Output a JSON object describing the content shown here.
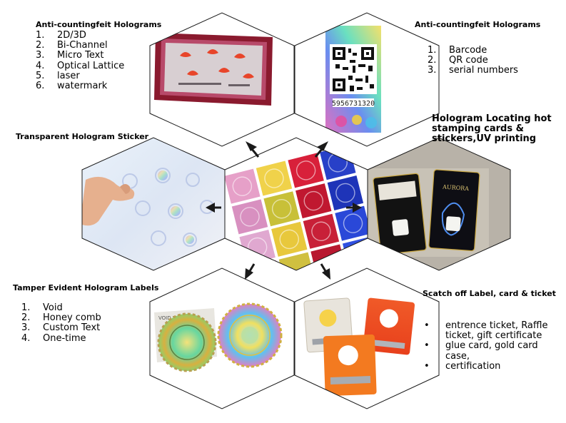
{
  "top_left": {
    "title": "Anti-countingfeit Holograms",
    "items": [
      {
        "num": "1.",
        "text": "2D/3D"
      },
      {
        "num": "2.",
        "text": "Bi-Channel"
      },
      {
        "num": "3.",
        "text": "Micro Text"
      },
      {
        "num": "4.",
        "text": "Optical Lattice"
      },
      {
        "num": "5.",
        "text": "laser"
      },
      {
        "num": "6.",
        "text": "watermark"
      }
    ]
  },
  "top_right": {
    "title": "Anti-countingfeit Holograms",
    "items": [
      {
        "num": "1.",
        "text": "Barcode"
      },
      {
        "num": "2.",
        "text": "QR code"
      },
      {
        "num": "3.",
        "text": "serial numbers"
      }
    ],
    "photo_number": "5956731320"
  },
  "left": {
    "title": "Transparent Hologram Sticker"
  },
  "right": {
    "caption": "Hologram Locating hot stamping cards & stickers,UV printing",
    "card_brand": "AURORA"
  },
  "bottom_left": {
    "title": "Tamper Evident Hologram Labels",
    "items": [
      {
        "num": "1.",
        "text": "Void"
      },
      {
        "num": "2.",
        "text": "Honey comb"
      },
      {
        "num": "3.",
        "text": "Custom Text"
      },
      {
        "num": "4.",
        "text": "One-time"
      }
    ],
    "void_text": "VOID VOID VOID"
  },
  "bottom_right": {
    "title": "Scatch off Label, card & ticket",
    "items": [
      {
        "bullet": "•",
        "text": "entrence ticket, Raffle ticket, gift certificate"
      },
      {
        "bullet": "•",
        "text": "glue card, gold card case,"
      },
      {
        "bullet": "•",
        "text": "certification"
      }
    ]
  },
  "colors": {
    "hexagon_stroke": "#1a1a1a",
    "arrow": "#1a1a1a",
    "text": "#000000"
  }
}
